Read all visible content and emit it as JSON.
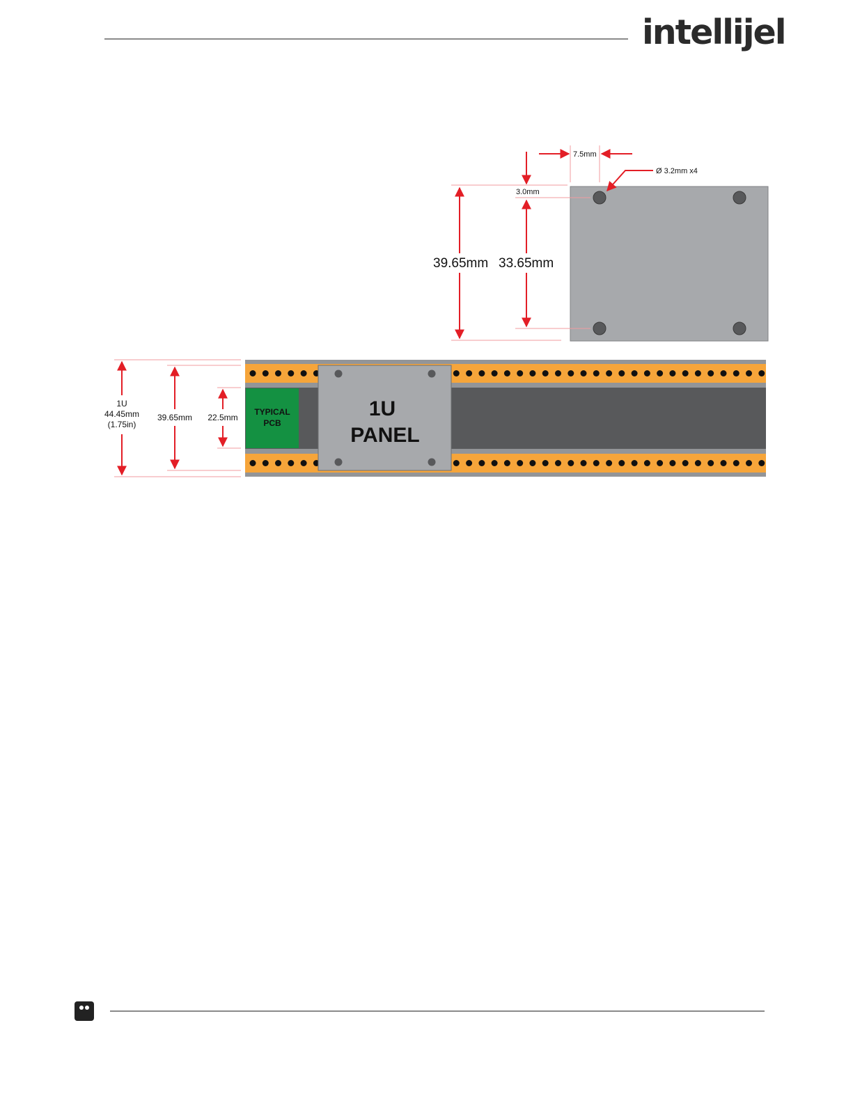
{
  "header": {
    "brand": "intellijel"
  },
  "panel_spec": {
    "hole_offset": "7.5mm",
    "hole_label": "Ø 3.2mm x4",
    "top_offset": "3.0mm",
    "panel_height": "39.65mm",
    "hole_spacing": "33.65mm"
  },
  "rail_diagram": {
    "unit": "1U",
    "unit_mm": "44.45mm",
    "unit_in": "(1.75in)",
    "panel_height": "39.65mm",
    "pcb_height": "22.5mm",
    "pcb_line1": "TYPICAL",
    "pcb_line2": "PCB",
    "panel_line1": "1U",
    "panel_line2": "PANEL"
  },
  "colors": {
    "dimension": "#e31e26",
    "panel": "#a7a9ac",
    "rail": "#f6a53a",
    "pcb": "#149142",
    "channel": "#58595b"
  }
}
